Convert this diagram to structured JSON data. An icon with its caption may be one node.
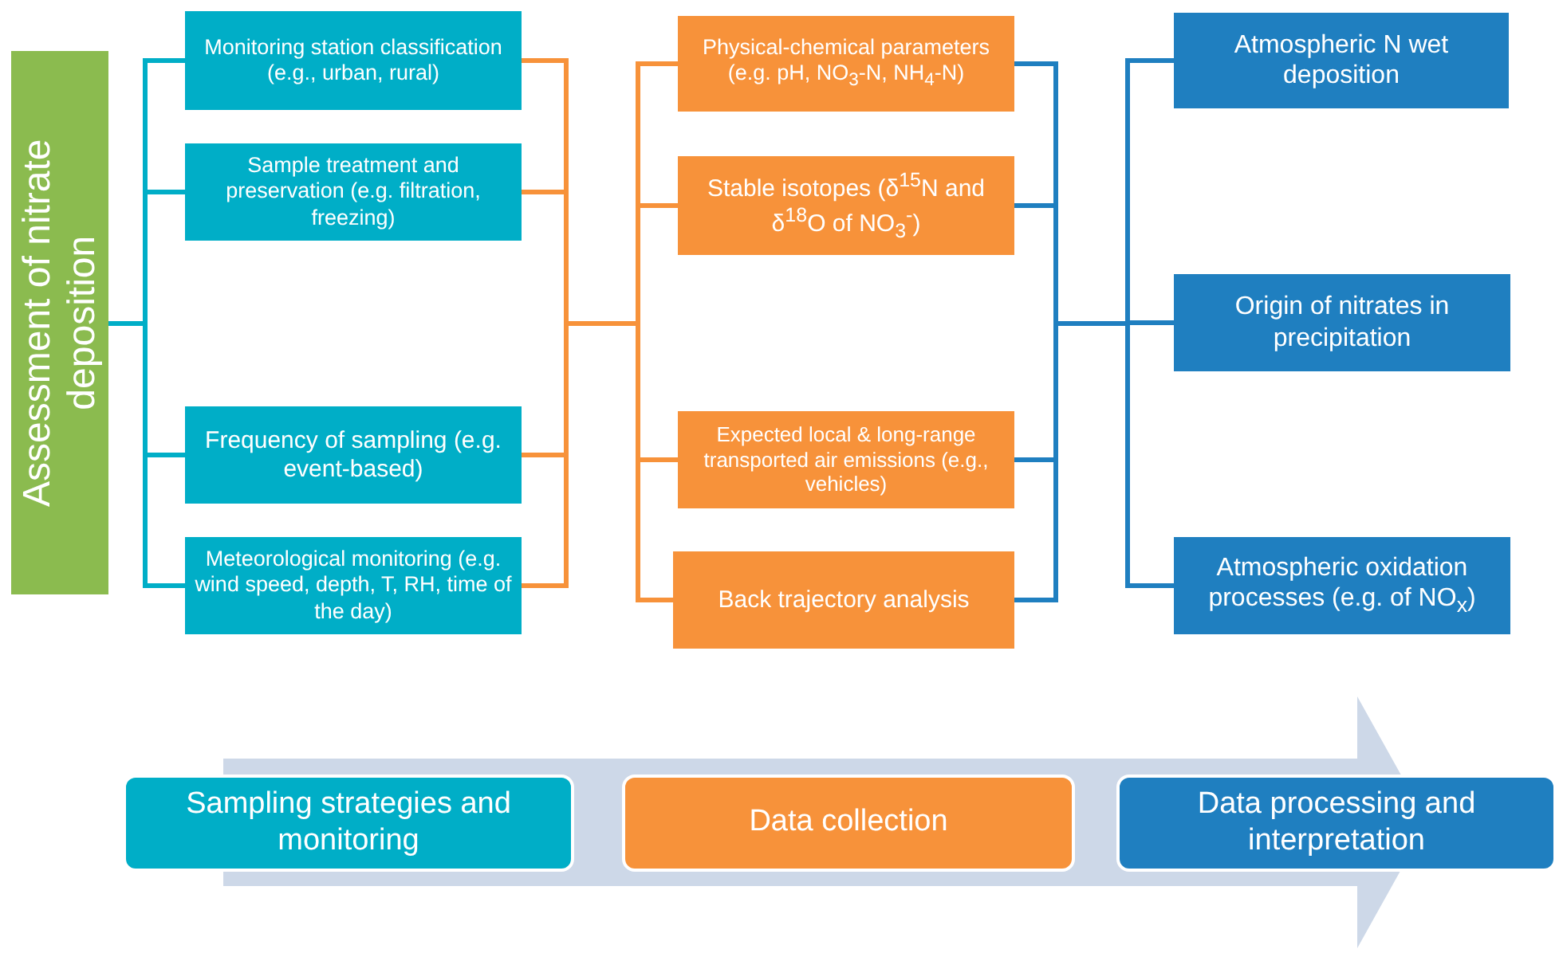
{
  "diagram": {
    "nodes": [
      {
        "text": [
          "Assessment of nitrate deposition"
        ]
      },
      {
        "text": [
          "Monitoring station classification (e.g., urban, rural)"
        ]
      },
      {
        "text": [
          "Sample treatment and preservation (e.g. filtration, freezing)"
        ]
      },
      {
        "text": [
          "Frequency of sampling (e.g. event-based)"
        ]
      },
      {
        "text": [
          "Meteorological monitoring (e.g. wind speed, depth, T, RH, time of the day)"
        ]
      },
      {
        "text": [
          "Physical-chemical parameters (e.g. pH, NO$_{3}$-N, NH$_{4}$-N)"
        ]
      },
      {
        "text": [
          "Stable isotopes (δ$^{15}$N and δ$^{18}$O of NO$_{3}$$^{-}$)"
        ]
      },
      {
        "text": [
          "Expected local & long-range transported air emissions (e.g., vehicles)"
        ]
      },
      {
        "text": [
          "Back trajectory analysis"
        ]
      },
      {
        "text": [
          "Atmospheric N wet deposition"
        ]
      },
      {
        "text": [
          "Origin of nitrates in precipitation"
        ]
      },
      {
        "text": [
          "Atmospheric oxidation processes (e.g. of NO$_{x}$)"
        ]
      },
      {
        "text": [
          "Sampling strategies and monitoring"
        ]
      },
      {
        "text": [
          "Data collection"
        ]
      },
      {
        "text": [
          "Data processing and interpretation"
        ]
      }
    ],
    "edges": [
      {
        "from": 0,
        "to": 1,
        "arrow": "none",
        "color": "#00aec7"
      },
      {
        "from": 0,
        "to": 2,
        "arrow": "none",
        "color": "#00aec7"
      },
      {
        "from": 0,
        "to": 3,
        "arrow": "none",
        "color": "#00aec7"
      },
      {
        "from": 0,
        "to": 4,
        "arrow": "none",
        "color": "#00aec7"
      },
      {
        "from": 1,
        "to": 5,
        "arrow": "none",
        "color": "#f7923a"
      },
      {
        "from": 1,
        "to": 6,
        "arrow": "none",
        "color": "#f7923a"
      },
      {
        "from": 1,
        "to": 7,
        "arrow": "none",
        "color": "#f7923a"
      },
      {
        "from": 1,
        "to": 8,
        "arrow": "none",
        "color": "#f7923a"
      },
      {
        "from": 2,
        "to": 5,
        "arrow": "none",
        "color": "#f7923a"
      },
      {
        "from": 2,
        "to": 6,
        "arrow": "none",
        "color": "#f7923a"
      },
      {
        "from": 2,
        "to": 7,
        "arrow": "none",
        "color": "#f7923a"
      },
      {
        "from": 2,
        "to": 8,
        "arrow": "none",
        "color": "#f7923a"
      },
      {
        "from": 3,
        "to": 5,
        "arrow": "none",
        "color": "#f7923a"
      },
      {
        "from": 3,
        "to": 6,
        "arrow": "none",
        "color": "#f7923a"
      },
      {
        "from": 3,
        "to": 7,
        "arrow": "none",
        "color": "#f7923a"
      },
      {
        "from": 3,
        "to": 8,
        "arrow": "none",
        "color": "#f7923a"
      },
      {
        "from": 4,
        "to": 5,
        "arrow": "none",
        "color": "#f7923a"
      },
      {
        "from": 4,
        "to": 6,
        "arrow": "none",
        "color": "#f7923a"
      },
      {
        "from": 4,
        "to": 7,
        "arrow": "none",
        "color": "#f7923a"
      },
      {
        "from": 4,
        "to": 8,
        "arrow": "none",
        "color": "#f7923a"
      },
      {
        "from": 5,
        "to": 9,
        "arrow": "none",
        "color": "#1f7fc0"
      },
      {
        "from": 5,
        "to": 10,
        "arrow": "none",
        "color": "#1f7fc0"
      },
      {
        "from": 5,
        "to": 11,
        "arrow": "none",
        "color": "#1f7fc0"
      },
      {
        "from": 6,
        "to": 9,
        "arrow": "none",
        "color": "#1f7fc0"
      },
      {
        "from": 6,
        "to": 10,
        "arrow": "none",
        "color": "#1f7fc0"
      },
      {
        "from": 6,
        "to": 11,
        "arrow": "none",
        "color": "#1f7fc0"
      },
      {
        "from": 7,
        "to": 9,
        "arrow": "none",
        "color": "#1f7fc0"
      },
      {
        "from": 7,
        "to": 10,
        "arrow": "none",
        "color": "#1f7fc0"
      },
      {
        "from": 7,
        "to": 11,
        "arrow": "none",
        "color": "#1f7fc0"
      },
      {
        "from": 8,
        "to": 9,
        "arrow": "none",
        "color": "#1f7fc0"
      },
      {
        "from": 8,
        "to": 10,
        "arrow": "none",
        "color": "#1f7fc0"
      },
      {
        "from": 8,
        "to": 11,
        "arrow": "none",
        "color": "#1f7fc0"
      }
    ]
  }
}
